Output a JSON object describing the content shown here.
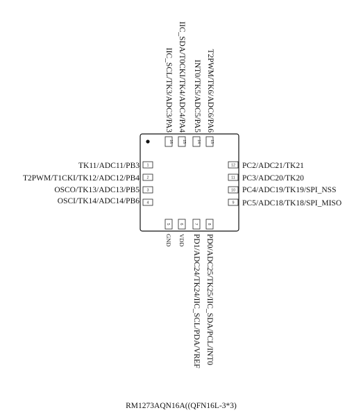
{
  "package": {
    "caption": "RM1273AQN16A((QFN16L-3*3)"
  },
  "pins": {
    "left": [
      {
        "num": "1",
        "label": "TK11/ADC11/PB3"
      },
      {
        "num": "2",
        "label": "T2PWM/T1CKI/TK12/ADC12/PB4"
      },
      {
        "num": "3",
        "label": "OSCO/TK13/ADC13/PB5"
      },
      {
        "num": "4",
        "label": "OSCI/TK14/ADC14/PB6"
      }
    ],
    "bottom": [
      {
        "num": "5",
        "label": "GND"
      },
      {
        "num": "6",
        "label": "VDD"
      },
      {
        "num": "7",
        "label": "PD1/ADC24/TK24/IIC_SCL/PDA/VREF"
      },
      {
        "num": "8",
        "label": "PD0/ADC25/TK25/IIC_SDA/PCL/INT0"
      }
    ],
    "right": [
      {
        "num": "9",
        "label": "PC5/ADC18/TK18/SPI_MISO"
      },
      {
        "num": "10",
        "label": "PC4/ADC19/TK19/SPI_NSS"
      },
      {
        "num": "11",
        "label": "PC3/ADC20/TK20"
      },
      {
        "num": "12",
        "label": "PC2/ADC21/TK21"
      }
    ],
    "top": [
      {
        "num": "13",
        "label": "T2PWM/TK6/ADC6/PA6"
      },
      {
        "num": "14",
        "label": "INT0/TK5/ADC5/PA5"
      },
      {
        "num": "15",
        "label": "IIC_SDA/T0CKI/TK4/ADC4/PA4"
      },
      {
        "num": "16",
        "label": "IIC_SCL/TK3/ADC3/PA3"
      }
    ]
  }
}
